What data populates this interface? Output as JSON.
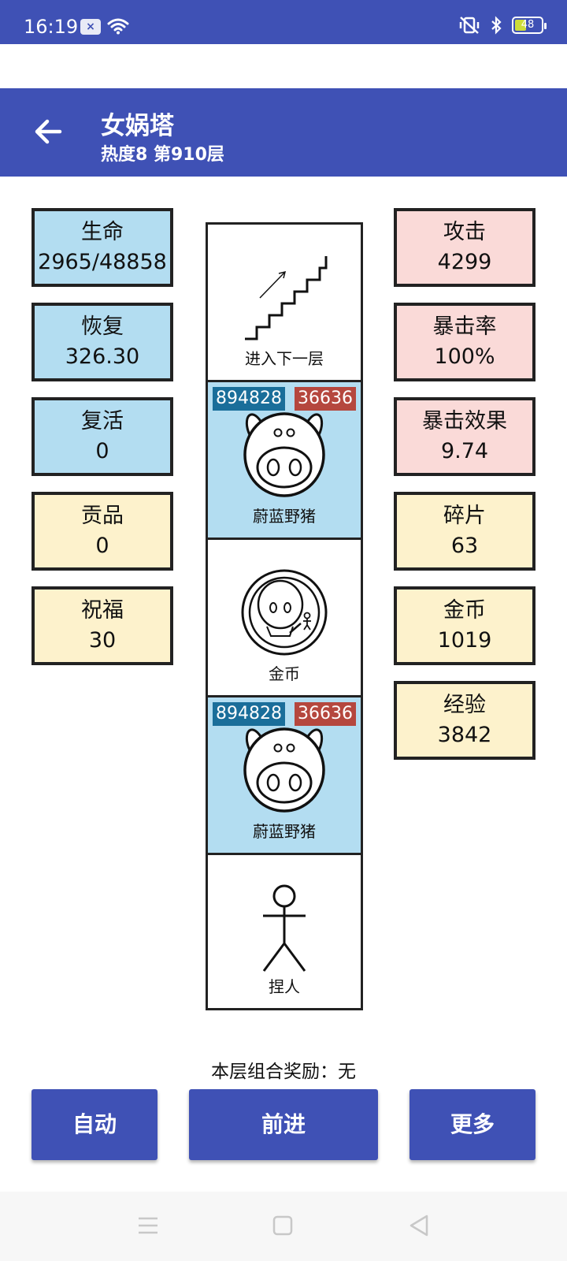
{
  "status": {
    "time": "16:19",
    "battery": "48"
  },
  "header": {
    "title": "女娲塔",
    "subtitle": "热度8 第910层"
  },
  "left_stats": [
    {
      "name": "生命",
      "value": "2965/48858"
    },
    {
      "name": "恢复",
      "value": "326.30"
    },
    {
      "name": "复活",
      "value": "0"
    },
    {
      "name": "贡品",
      "value": "0"
    },
    {
      "name": "祝福",
      "value": "30"
    }
  ],
  "right_stats": [
    {
      "name": "攻击",
      "value": "4299"
    },
    {
      "name": "暴击率",
      "value": "100%"
    },
    {
      "name": "暴击效果",
      "value": "9.74"
    },
    {
      "name": "碎片",
      "value": "63"
    },
    {
      "name": "金币",
      "value": "1019"
    },
    {
      "name": "经验",
      "value": "3842"
    }
  ],
  "tower": [
    {
      "label": "进入下一层",
      "icon": "stairs-icon"
    },
    {
      "label": "蔚蓝野猪",
      "icon": "boar-icon",
      "hp": "894828",
      "atk": "36636"
    },
    {
      "label": "金币",
      "icon": "coin-icon"
    },
    {
      "label": "蔚蓝野猪",
      "icon": "boar-icon",
      "hp": "894828",
      "atk": "36636"
    },
    {
      "label": "捏人",
      "icon": "stick-figure-icon"
    }
  ],
  "combo_text": "本层组合奖励：无",
  "buttons": {
    "auto": "自动",
    "forward": "前进",
    "more": "更多"
  },
  "colors": {
    "primary": "#3f51b5",
    "blue_card": "#b3ddf1",
    "pink_card": "#fadad8",
    "yellow_card": "#fdf2cc",
    "hp_badge": "#1a6e9a",
    "atk_badge": "#b5473e"
  }
}
